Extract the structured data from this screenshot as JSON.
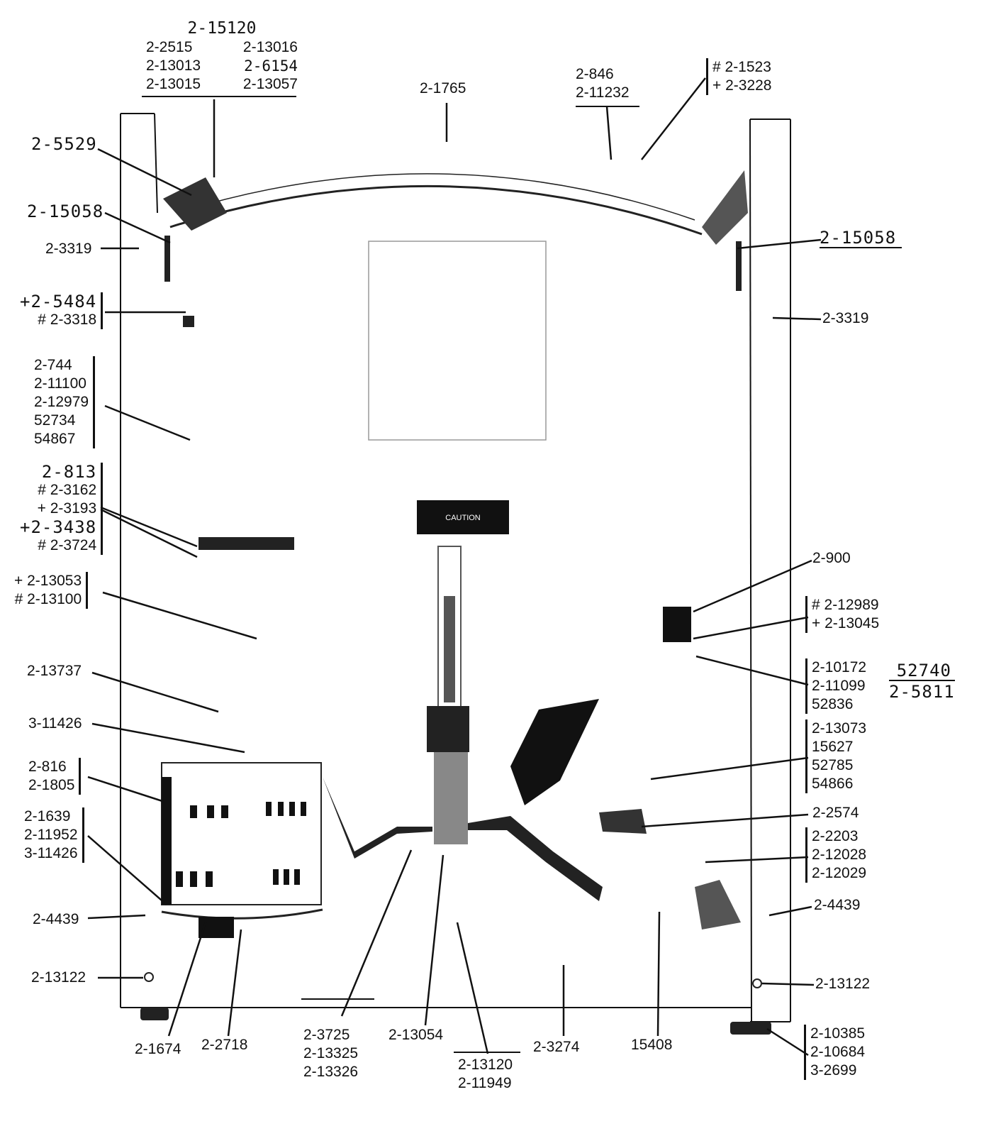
{
  "colors": {
    "ink": "#111111",
    "paper": "#ffffff",
    "shade": "#777777"
  },
  "labels": {
    "top_block": {
      "title": "2-15120",
      "l1": "2-2515",
      "r1": "2-13016",
      "l2": "2-13013",
      "r2": "2-6154",
      "l3": "2-13015",
      "r3": "2-13057"
    },
    "p2_1765": "2-1765",
    "top_846": [
      "2-846",
      "2-11232"
    ],
    "top_1523": [
      "# 2-1523",
      "+ 2-3228"
    ],
    "l_5529": "2-5529",
    "l_15058": "2-15058",
    "l_3319": "2-3319",
    "l_5484": [
      "+2-5484",
      "# 2-3318"
    ],
    "l_744": [
      "2-744",
      "2-11100",
      "2-12979",
      "52734",
      "54867"
    ],
    "l_813": [
      "2-813",
      "# 2-3162",
      "+ 2-3193",
      "+2-3438",
      "# 2-3724"
    ],
    "l_13053": [
      "+ 2-13053",
      "# 2-13100"
    ],
    "l_13737": "2-13737",
    "l_11426": "3-11426",
    "l_816": [
      "2-816",
      "2-1805"
    ],
    "l_1639": [
      "2-1639",
      "2-11952",
      "3-11426"
    ],
    "l_4439": "2-4439",
    "l_13122": "2-13122",
    "b_1674": "2-1674",
    "b_2718": "2-2718",
    "b_3725": [
      "2-3725",
      "2-13325",
      "2-13326"
    ],
    "b_13054": "2-13054",
    "b_13120": [
      "2-13120",
      "2-11949"
    ],
    "b_3274": "2-3274",
    "b_15408": "15408",
    "r_15058": "2-15058",
    "r_3319": "2-3319",
    "r_900": "2-900",
    "r_12989": [
      "# 2-12989",
      "+ 2-13045"
    ],
    "r_10172": [
      "2-10172",
      "2-11099",
      "52836"
    ],
    "r_52740": [
      "52740",
      "2-5811"
    ],
    "r_13073": [
      "2-13073",
      "15627",
      "52785",
      "54866"
    ],
    "r_2574": "2-2574",
    "r_2203": [
      "2-2203",
      "2-12028",
      "2-12029"
    ],
    "r_4439": "2-4439",
    "r_13122": "2-13122",
    "r_10385": [
      "2-10385",
      "2-10684",
      "3-2699"
    ],
    "warning_plate": "CAUTION"
  }
}
